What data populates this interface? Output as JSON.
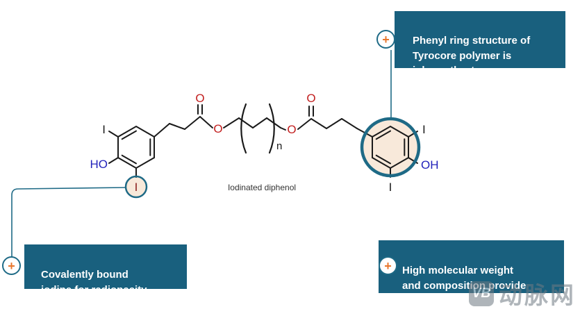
{
  "colors": {
    "callout_teal": "#19607e",
    "connector_teal": "#1e6a86",
    "plus_orange": "#e8762c",
    "oxygen_red": "#c21f1f",
    "hydroxyl_blue": "#2323bb",
    "bond_black": "#1a1a1a",
    "highlight_fill": "#f8e9da"
  },
  "callouts": {
    "phenyl": {
      "icon": "+",
      "text": "Phenyl ring structure of\nTyrocore polymer is\ninherently strong"
    },
    "iodine": {
      "icon": "+",
      "text": "Covalently bound\niodine for radiopacity"
    },
    "weight": {
      "icon": "+",
      "text": "High molecular weight\nand composition provide\nductility"
    }
  },
  "molecule": {
    "caption": "Iodinated diphenol",
    "labels": {
      "iodine": "I",
      "ho": "HO",
      "oh": "OH",
      "oxygen": "O",
      "repeat": "n"
    }
  },
  "watermark": {
    "logo": "VB",
    "text": "动脉网"
  }
}
